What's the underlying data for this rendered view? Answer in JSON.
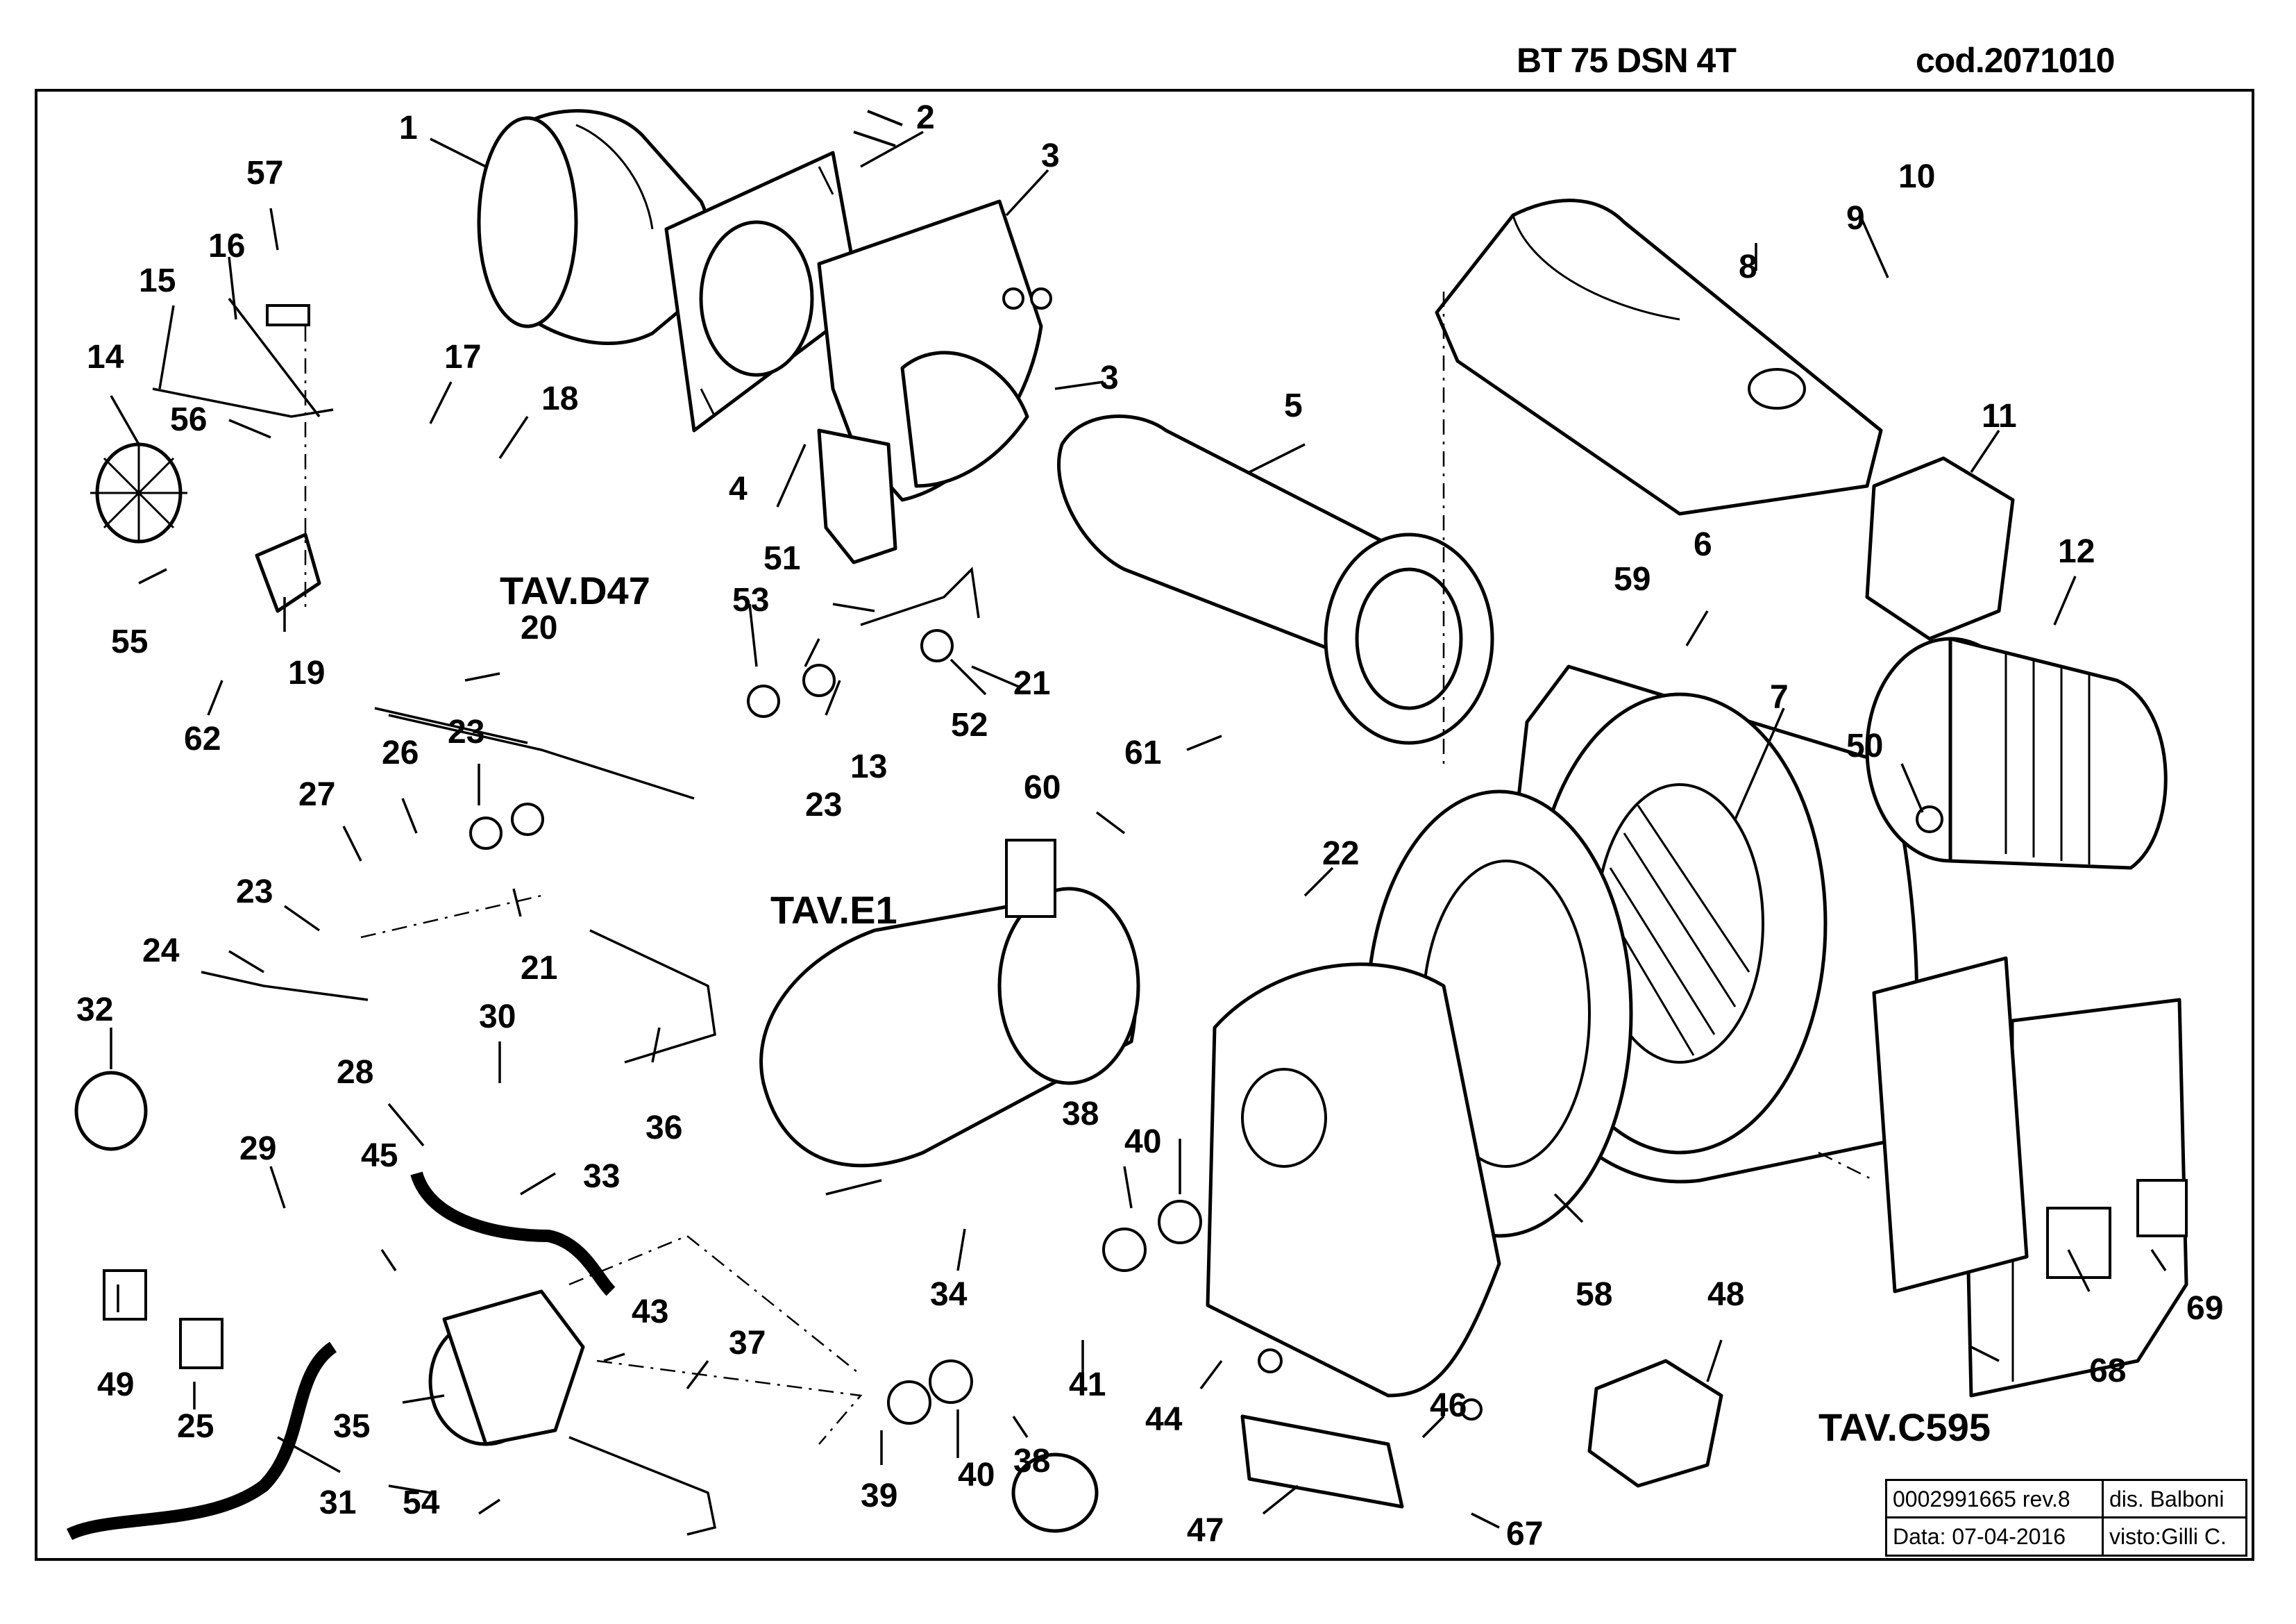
{
  "header": {
    "model": "BT 75 DSN 4T",
    "code": "cod.2071010"
  },
  "title_block": {
    "drawing_no": "0002991665 rev.8",
    "drawn_by": "dis. Balboni",
    "date": "Data: 07-04-2016",
    "checked_by": "visto:Gilli C."
  },
  "table_refs": [
    "TAV.D47",
    "TAV.E1",
    "TAV.C595"
  ],
  "part_numbers": [
    "1",
    "2",
    "3",
    "3",
    "4",
    "5",
    "6",
    "7",
    "8",
    "9",
    "10",
    "11",
    "12",
    "13",
    "14",
    "15",
    "16",
    "17",
    "18",
    "19",
    "20",
    "21",
    "21",
    "22",
    "23",
    "23",
    "23",
    "24",
    "25",
    "26",
    "27",
    "28",
    "29",
    "30",
    "31",
    "32",
    "33",
    "34",
    "35",
    "36",
    "37",
    "38",
    "38",
    "39",
    "40",
    "40",
    "41",
    "43",
    "44",
    "45",
    "46",
    "47",
    "48",
    "49",
    "50",
    "51",
    "52",
    "53",
    "54",
    "55",
    "56",
    "57",
    "58",
    "59",
    "60",
    "61",
    "62",
    "67",
    "68",
    "69"
  ]
}
